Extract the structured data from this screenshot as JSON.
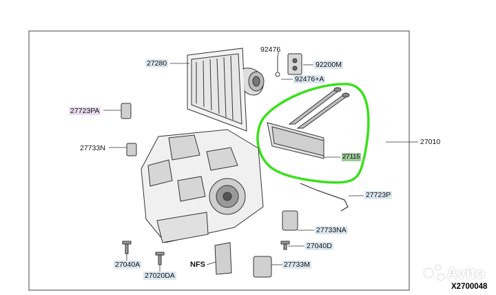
{
  "parts": {
    "p27280": "27280",
    "p92476": "92476",
    "p92200M": "92200M",
    "p92476A": "92476+A",
    "p27723PA": "27723PA",
    "p27733N": "27733N",
    "p27010": "27010",
    "p27115": "27115",
    "p27723P": "27723P",
    "p27733NA": "27733NA",
    "p27040D": "27040D",
    "p27040A": "27040A",
    "p27020DA": "27020DA",
    "pNFS": "NFS",
    "p27733M": "27733M"
  },
  "reference_code": "X2700048",
  "watermark": "Avito",
  "colors": {
    "highlight": "#39e01a",
    "label_bg": "#dce7f0",
    "line": "#333333"
  }
}
